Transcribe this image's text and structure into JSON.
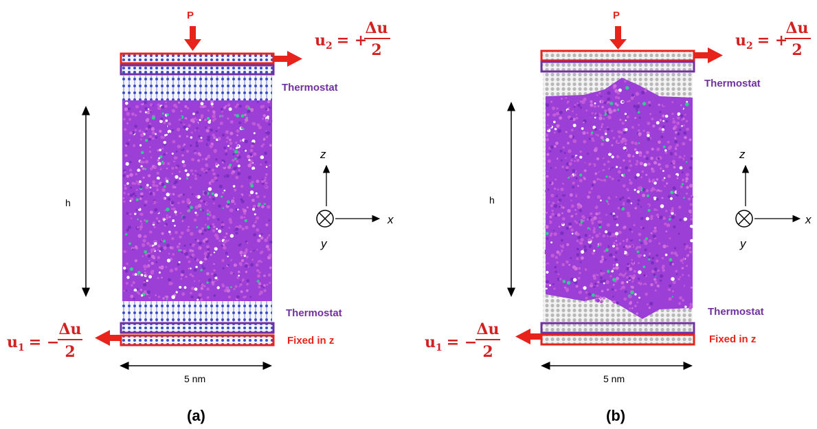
{
  "panels": [
    {
      "id": "a",
      "caption": "(a)",
      "load_label": "P",
      "top_disp": {
        "lhs": "u",
        "sub": "2",
        "op": "= +",
        "num": "Δu",
        "den": "2"
      },
      "bottom_disp": {
        "lhs": "u",
        "sub": "1",
        "op": "= −",
        "num": "Δu",
        "den": "2"
      },
      "thermostat_top": "Thermostat",
      "thermostat_bottom": "Thermostat",
      "fixed_label": "Fixed in z",
      "height_label": "h",
      "width_label": "5 nm",
      "axes": {
        "z": "z",
        "x": "x",
        "y": "y"
      }
    },
    {
      "id": "b",
      "caption": "(b)",
      "load_label": "P",
      "top_disp": {
        "lhs": "u",
        "sub": "2",
        "op": "= +",
        "num": "Δu",
        "den": "2"
      },
      "bottom_disp": {
        "lhs": "u",
        "sub": "1",
        "op": "= −",
        "num": "Δu",
        "den": "2"
      },
      "thermostat_top": "Thermostat",
      "thermostat_bottom": "Thermostat",
      "fixed_label": "Fixed in z",
      "height_label": "h",
      "width_label": "5 nm",
      "axes": {
        "z": "z",
        "x": "x",
        "y": "y"
      }
    }
  ],
  "colors": {
    "load_arrow": "#e8231b",
    "thermostat_box": "#7030a0",
    "fixed_box": "#e8231b",
    "polymer_primary": "#9b3fd6",
    "polymer_secondary": "#c25bd9",
    "surface_atoms": "#3a4fc7",
    "accent_atoms": "#2ecc8a"
  }
}
